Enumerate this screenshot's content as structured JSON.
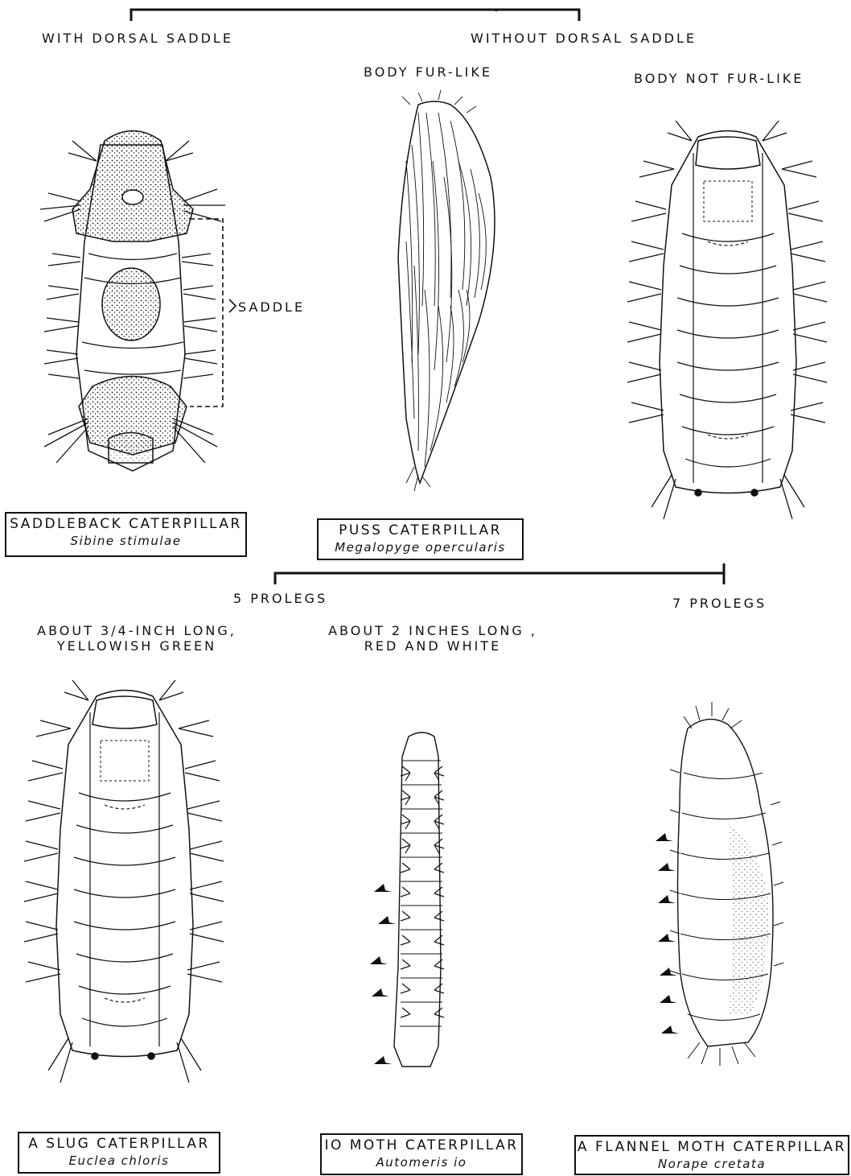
{
  "key": {
    "groups": {
      "with_saddle": "WITH DORSAL SADDLE",
      "without_saddle": "WITHOUT DORSAL SADDLE",
      "fur_like": "BODY FUR-LIKE",
      "not_fur_like": "BODY NOT FUR-LIKE",
      "saddle_callout": "SADDLE",
      "five_prolegs": "5 PROLEGS",
      "seven_prolegs": "7 PROLEGS",
      "slug_desc": [
        "ABOUT 3/4-INCH LONG,",
        "YELLOWISH GREEN"
      ],
      "io_desc": [
        "ABOUT 2 INCHES LONG ,",
        "RED AND WHITE"
      ]
    },
    "species": [
      {
        "common": "SADDLEBACK CATERPILLAR",
        "scientific": "Sibine stimulae"
      },
      {
        "common": "PUSS CATERPILLAR",
        "scientific": "Megalopyge opercularis"
      },
      {
        "common": "A SLUG CATERPILLAR",
        "scientific": "Euclea chloris"
      },
      {
        "common": "IO MOTH CATERPILLAR",
        "scientific": "Automeris io"
      },
      {
        "common": "A FLANNEL MOTH CATERPILLAR",
        "scientific": "Norape cretata"
      }
    ]
  },
  "colors": {
    "ink": "#111111",
    "paper": "#ffffff"
  }
}
